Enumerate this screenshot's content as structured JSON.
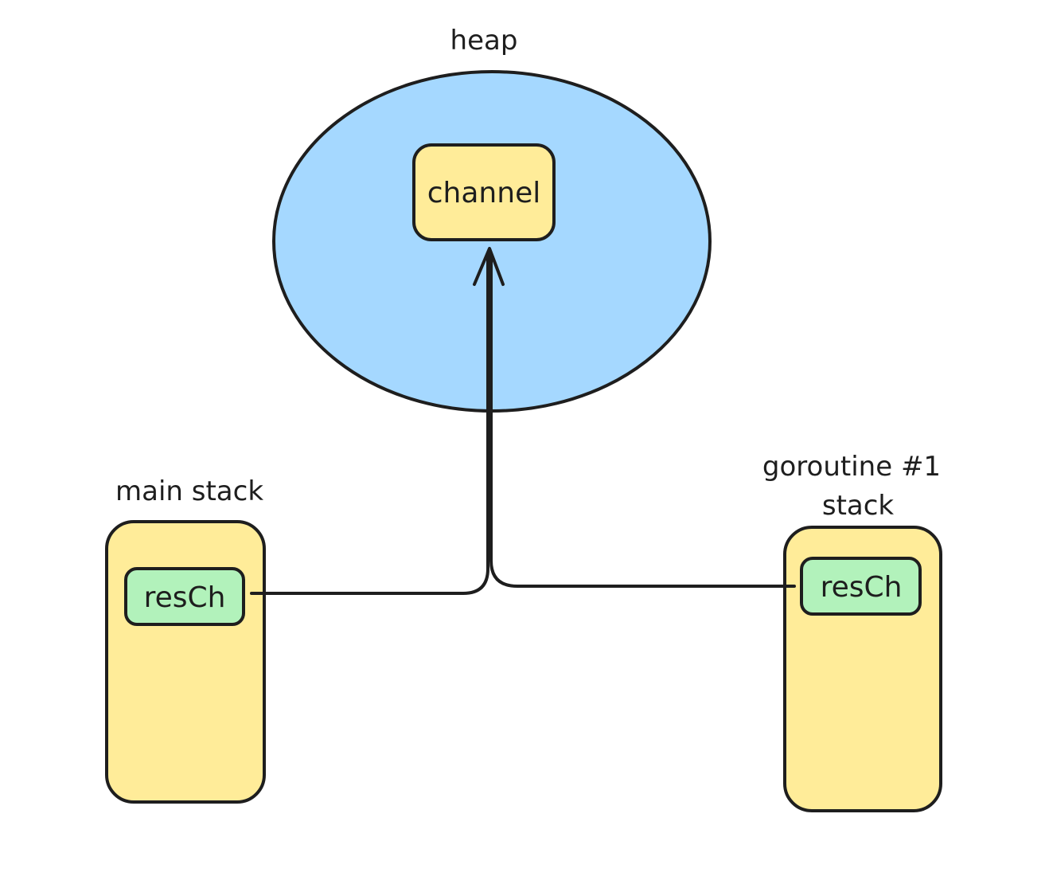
{
  "heap": {
    "label": "heap",
    "fill_color": "#a5d8ff",
    "channel": {
      "label": "channel",
      "fill_color": "#ffec99"
    }
  },
  "main_stack": {
    "label": "main stack",
    "fill_color": "#ffec99",
    "var": {
      "label": "resCh",
      "fill_color": "#b2f2bb"
    }
  },
  "goroutine_stack": {
    "label_line1": "goroutine #1",
    "label_line2": "stack",
    "fill_color": "#ffec99",
    "var": {
      "label": "resCh",
      "fill_color": "#b2f2bb"
    }
  },
  "stroke_color": "#1e1e1e"
}
